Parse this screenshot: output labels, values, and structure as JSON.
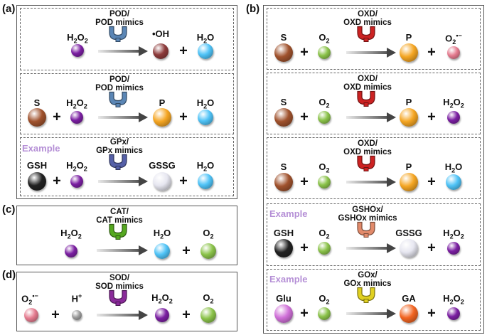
{
  "panels": {
    "a": "(a)",
    "b": "(b)",
    "c": "(c)",
    "d": "(d)"
  },
  "example_label": "Example",
  "plus": "+",
  "a1": {
    "enzyme_line1": "POD/",
    "enzyme_line2": "POD mimics",
    "sub": "H2O2",
    "prod1": "•OH",
    "prod2": "H2O"
  },
  "a2": {
    "enzyme_line1": "POD/",
    "enzyme_line2": "POD mimics",
    "sub1": "S",
    "sub2": "H2O2",
    "prod1": "P",
    "prod2": "H2O"
  },
  "a3": {
    "enzyme_line1": "GPx/",
    "enzyme_line2": "GPx mimics",
    "sub1": "GSH",
    "sub2": "H2O2",
    "prod1": "GSSG",
    "prod2": "H2O"
  },
  "b1": {
    "enzyme_line1": "OXD/",
    "enzyme_line2": "OXD mimics",
    "sub1": "S",
    "sub2": "O2",
    "prod1": "P",
    "prod2": "O2•−"
  },
  "b2": {
    "enzyme_line1": "OXD/",
    "enzyme_line2": "OXD mimics",
    "sub1": "S",
    "sub2": "O2",
    "prod1": "P",
    "prod2": "H2O2"
  },
  "b3": {
    "enzyme_line1": "OXD/",
    "enzyme_line2": "OXD mimics",
    "sub1": "S",
    "sub2": "O2",
    "prod1": "P",
    "prod2": "H2O"
  },
  "b4": {
    "enzyme_line1": "GSHOx/",
    "enzyme_line2": "GSHOx mimics",
    "sub1": "GSH",
    "sub2": "O2",
    "prod1": "GSSG",
    "prod2": "H2O2"
  },
  "b5": {
    "enzyme_line1": "GOx/",
    "enzyme_line2": "GOx mimics",
    "sub1": "Glu",
    "sub2": "O2",
    "prod1": "GA",
    "prod2": "H2O2"
  },
  "c1": {
    "enzyme_line1": "CAT/",
    "enzyme_line2": "CAT mimics",
    "sub": "H2O2",
    "prod1": "H2O",
    "prod2": "O2"
  },
  "d1": {
    "enzyme_line1": "SOD/",
    "enzyme_line2": "SOD mimics",
    "sub1": "O2•−",
    "sub2": "H+",
    "prod1": "H2O2",
    "prod2": "O2"
  },
  "colors": {
    "h2o2": "#7b1fa2",
    "h2o": "#4fc3f7",
    "oh": "#8d3b3b",
    "substrate": "#a0522d",
    "product": "#f5a623",
    "o2": "#8bc34a",
    "superoxide": "#e57b8f",
    "gsh": "#222222",
    "gssg": "#e6e6f0",
    "glu": "#d070d8",
    "ga": "#f26522",
    "hplus": "#9e9e9e",
    "enzyme_pod": "#5b86b5",
    "enzyme_oxd": "#cc2222",
    "enzyme_gpx": "#5560a8",
    "enzyme_cat": "#55a820",
    "enzyme_sod": "#8a2a9a",
    "enzyme_gshox": "#e28a6a",
    "enzyme_gox": "#e0d020"
  }
}
